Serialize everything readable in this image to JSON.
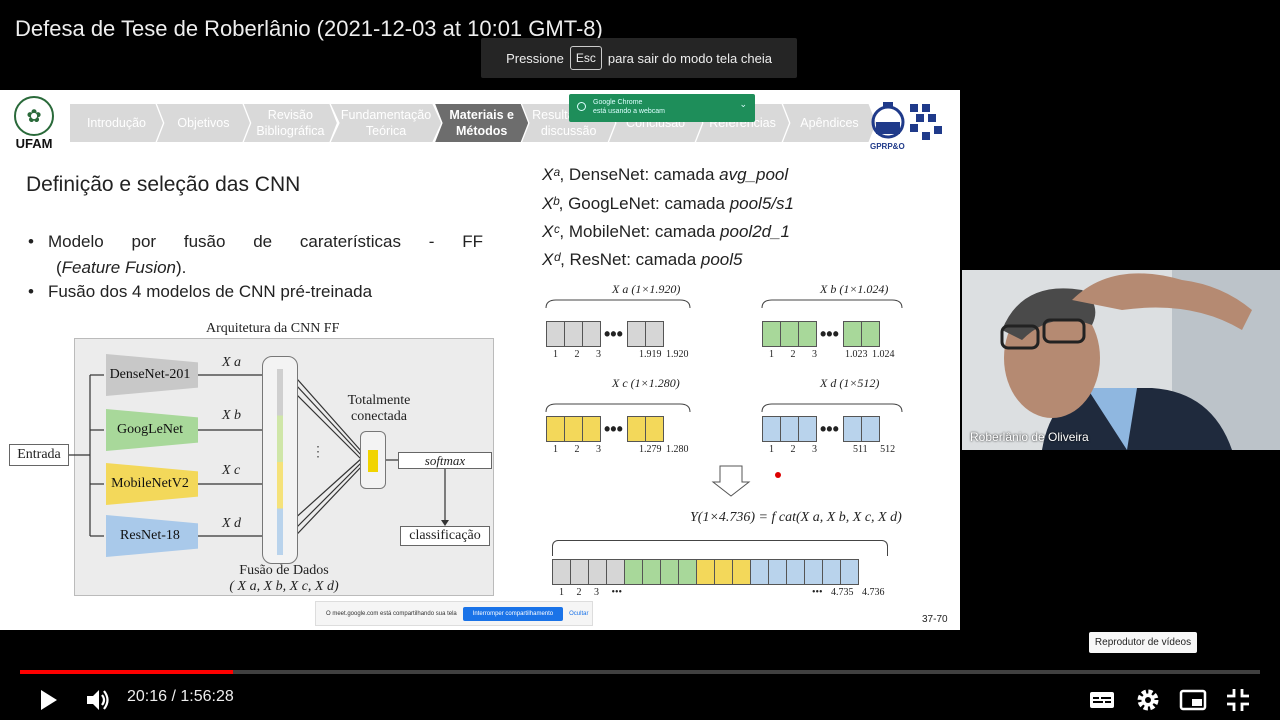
{
  "video_title": "Defesa de Tese de Roberlânio (2021-12-03 at 10:01 GMT-8)",
  "fullscreen_notice": {
    "before": "Pressione",
    "key": "Esc",
    "after": "para sair do modo tela cheia"
  },
  "slide": {
    "logo_left": "UFAM",
    "logo_right": "GPRP&O",
    "nav": [
      "Introdução",
      "Objetivos",
      "Revisão Bibliográfica",
      "Fundamentação Teórica",
      "Materiais e Métodos",
      "Resultados e discussão",
      "Conclusão",
      "Referências",
      "Apêndices"
    ],
    "nav_active": "Materiais e Métodos",
    "share_popup": {
      "title": "Google Chrome",
      "subtitle": "está usando a webcam"
    },
    "heading": "Definição e seleção das CNN",
    "bullet1_line1": "Modelo por fusão de caraterísticas - FF",
    "bullet1_line2_open": "(",
    "bullet1_line2_em": "Feature Fusion",
    "bullet1_line2_close": ").",
    "bullet2": "Fusão dos 4 modelos de CNN pré-treinada",
    "bullet_symbol": "•",
    "arch_title": "Arquitetura da CNN FF",
    "entrada": "Entrada",
    "cnns": [
      {
        "label": "DenseNet-201",
        "x": "X a",
        "color": "#c8c8c8"
      },
      {
        "label": "GoogLeNet",
        "x": "X b",
        "color": "#a8d89a"
      },
      {
        "label": "MobileNetV2",
        "x": "X c",
        "color": "#f3d85a"
      },
      {
        "label": "ResNet-18",
        "x": "X d",
        "color": "#a9c9ea"
      }
    ],
    "totalmente": "Totalmente conectada",
    "softmax": "softmax",
    "classificacao": "classificação",
    "fusao_line1": "Fusão de Dados",
    "fusao_line2": "( X a, X b, X c, X d)",
    "x_lines": [
      {
        "sym": "Xᵃ",
        "text": ", DenseNet: camada ",
        "em": "avg_pool"
      },
      {
        "sym": "Xᵇ",
        "text": ", GoogLeNet: camada ",
        "em": "pool5/s1"
      },
      {
        "sym": "Xᶜ",
        "text": ", MobileNet: camada ",
        "em": "pool2d_1"
      },
      {
        "sym": "Xᵈ",
        "text": ", ResNet: camada ",
        "em": "pool5"
      }
    ],
    "groups": [
      {
        "label": "X a (1×1.920)",
        "color": "#d6d6d6",
        "ticks": [
          "1",
          "2",
          "3",
          "1.919",
          "1.920"
        ]
      },
      {
        "label": "X b (1×1.024)",
        "color": "#a8d89a",
        "ticks": [
          "1",
          "2",
          "3",
          "1.023",
          "1.024"
        ]
      },
      {
        "label": "X c (1×1.280)",
        "color": "#f3d85a",
        "ticks": [
          "1",
          "2",
          "3",
          "1.279",
          "1.280"
        ]
      },
      {
        "label": "X d (1×512)",
        "color": "#b9d3ec",
        "ticks": [
          "1",
          "2",
          "3",
          "511",
          "512"
        ]
      }
    ],
    "y_formula": "Y(1×4.736) = f cat(X a, X b, X c, X d)",
    "concat_ticks": [
      "1",
      "2",
      "3 •••",
      "••• 4.735",
      "4.736"
    ],
    "share_bar": {
      "text": "O meet.google.com está compartilhando sua tela",
      "stop": "Interromper compartilhamento",
      "hide": "Ocultar"
    },
    "page": "37-70"
  },
  "webcam": {
    "name": "Roberlânio de Oliveira"
  },
  "tooltip": "Reprodutor de vídeos",
  "player": {
    "time": "20:16 / 1:56:28",
    "progress": 0.1719,
    "accent": "#ff0000"
  }
}
